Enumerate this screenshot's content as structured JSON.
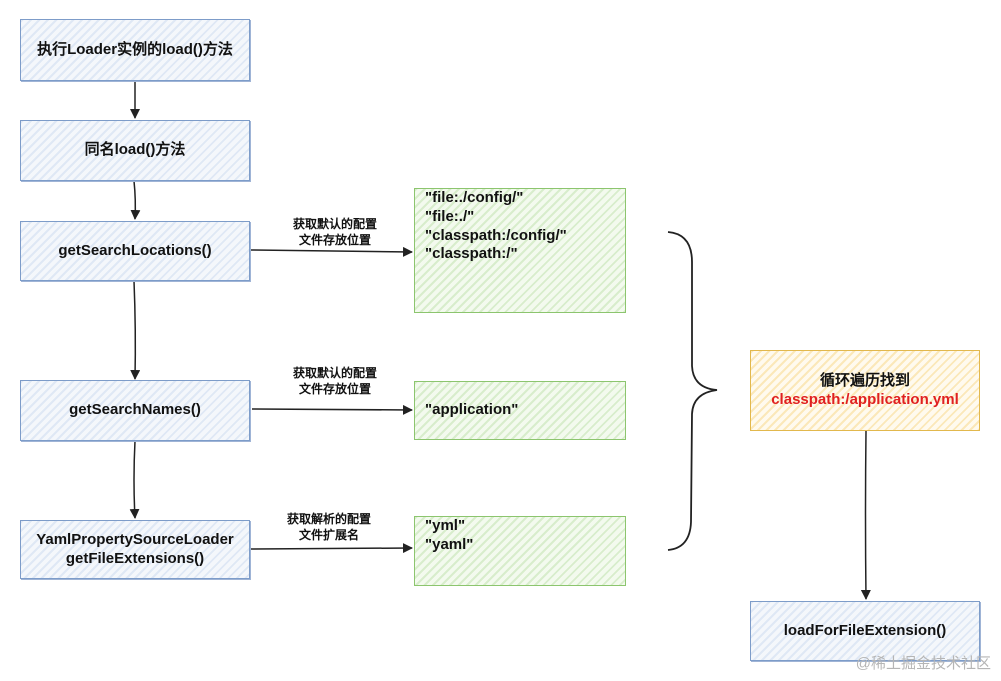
{
  "nodes": {
    "execute_load": "执行Loader实例的load()方法",
    "same_name_load": "同名load()方法",
    "get_search_locations": "getSearchLocations()",
    "get_search_names": "getSearchNames()",
    "yaml_loader_line1": "YamlPropertySourceLoader",
    "yaml_loader_line2": "getFileExtensions()",
    "loop_find_line1": "循环遍历找到",
    "loop_find_line2": "classpath:/application.yml",
    "load_for_file_extension": "loadForFileExtension()"
  },
  "results": {
    "locations": [
      "\"file:./config/\"",
      "\"file:./\"",
      "\"classpath:/config/\"",
      "\"classpath:/\""
    ],
    "names": [
      "\"application\""
    ],
    "extensions": [
      "\"yml\"",
      "\"yaml\""
    ]
  },
  "edge_labels": {
    "locations_line1": "获取默认的配置",
    "locations_line2": "文件存放位置",
    "names_line1": "获取默认的配置",
    "names_line2": "文件存放位置",
    "extensions_line1": "获取解析的配置",
    "extensions_line2": "文件扩展名"
  },
  "watermark": "@稀土掘金技术社区",
  "colors": {
    "blue_border": "#7d9cc9",
    "green_border": "#8cc56e",
    "yellow_border": "#e2b84d",
    "highlight_text": "#e02020"
  }
}
